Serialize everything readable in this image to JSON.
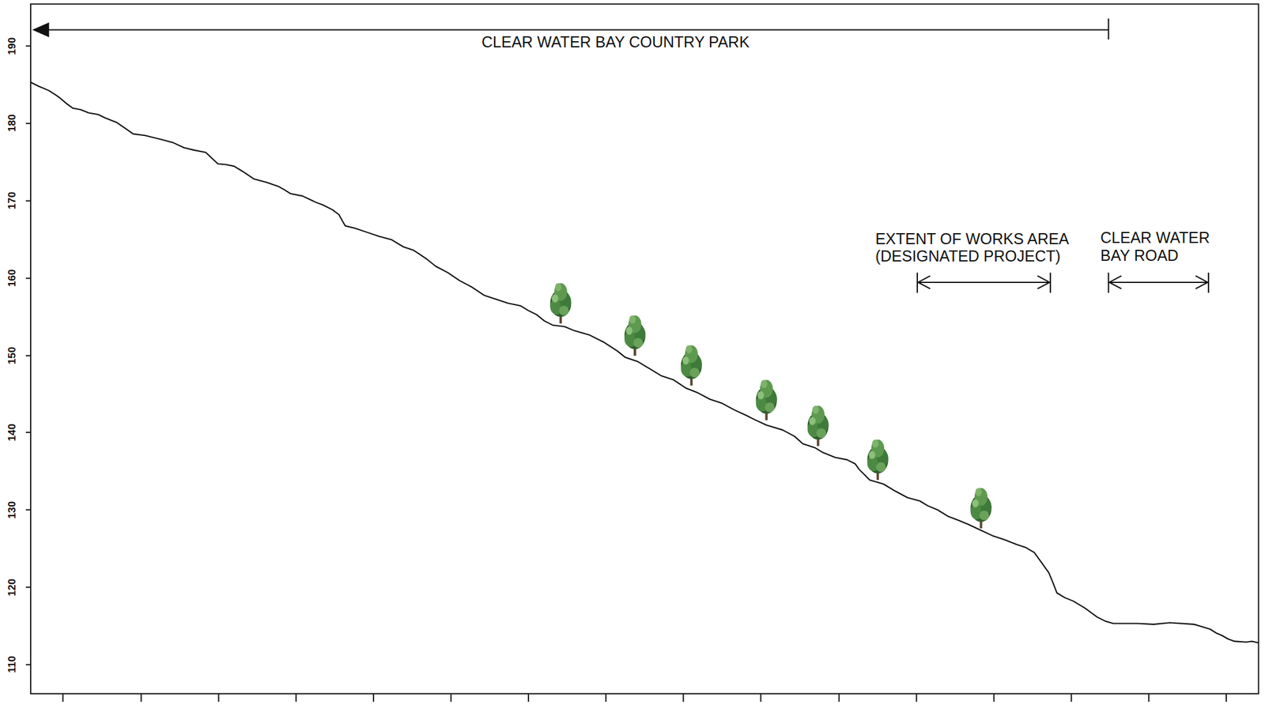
{
  "diagram": {
    "labels": [
      "CLEAR WATER BAY COUNTRY PARK",
      "EXTENT OF WORKS AREA (DESIGNATED PROJECT)",
      "CLEAR WATER BAY ROAD",
      "190",
      "180",
      "170",
      "160",
      "150",
      "140",
      "130",
      "120",
      "110"
    ]
  }
}
